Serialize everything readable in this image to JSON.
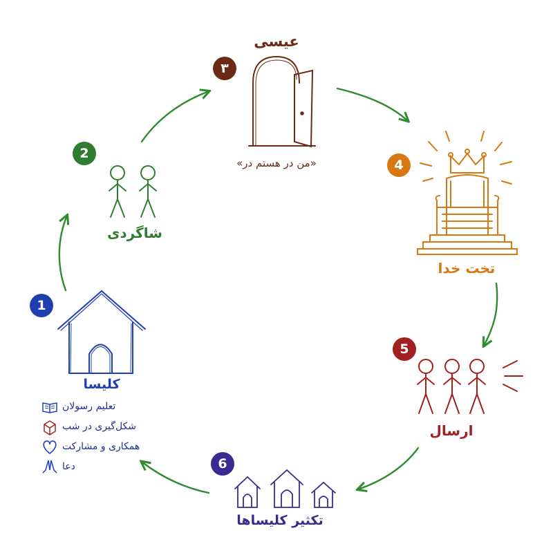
{
  "colors": {
    "church": "#1f3fb0",
    "disciple": "#2e7d32",
    "jesus": "#6b2a14",
    "throne": "#d97812",
    "send": "#a32020",
    "multiply": "#3a2a8f",
    "arrow": "#2e8b2e"
  },
  "steps": [
    {
      "number": "1",
      "title": "کلیسا",
      "color": "#1f3fb0",
      "icon": "house-icon"
    },
    {
      "number": "2",
      "title": "شاگردی",
      "color": "#2e7d32",
      "icon": "two-people-icon"
    },
    {
      "number": "۳",
      "title": "عیسی",
      "subtitle": "«من در هستم در»",
      "color": "#6b2a14",
      "icon": "door-icon"
    },
    {
      "number": "4",
      "title": "تخت خدا",
      "color": "#d97812",
      "icon": "throne-icon"
    },
    {
      "number": "5",
      "title": "ارسال",
      "color": "#a32020",
      "icon": "three-people-icon"
    },
    {
      "number": "6",
      "title": "تکثیر کلیساها",
      "color": "#3a2a8f",
      "icon": "three-houses-icon"
    }
  ],
  "church_features": [
    {
      "text": "تعلیم رسولان",
      "icon": "book-icon"
    },
    {
      "text": "شکل‌گیری در شب",
      "icon": "box-icon"
    },
    {
      "text": "همکاری و مشارکت",
      "icon": "heart-icon"
    },
    {
      "text": "دعا",
      "icon": "praying-hands-icon"
    }
  ]
}
